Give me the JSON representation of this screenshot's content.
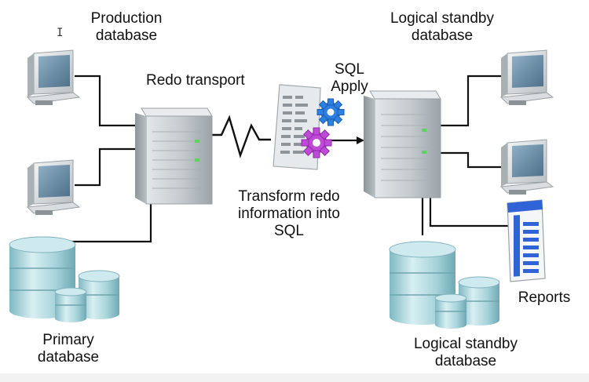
{
  "labels": {
    "production_db": [
      "Production",
      "database"
    ],
    "primary_db": [
      "Primary",
      "database"
    ],
    "redo_transport": "Redo transport",
    "sql_apply": [
      "SQL",
      "Apply"
    ],
    "transform": [
      "Transform redo",
      "information into",
      "SQL"
    ],
    "logical_standby_top": [
      "Logical standby",
      "database"
    ],
    "logical_standby_bottom": [
      "Logical standby",
      "database"
    ],
    "reports": "Reports"
  },
  "colors": {
    "text": "#111111",
    "server_body": "#c9cfd2",
    "disk": "#a9d6dd",
    "gear_blue": "#2e7fe0",
    "gear_purple": "#c04ad8",
    "report_blue": "#2f63d6",
    "monitor_screen": "#6f8ea6"
  },
  "icons": [
    "monitor-icon",
    "server-icon",
    "database-icon",
    "gear-icon",
    "document-icon",
    "report-icon",
    "cursor-icon"
  ]
}
